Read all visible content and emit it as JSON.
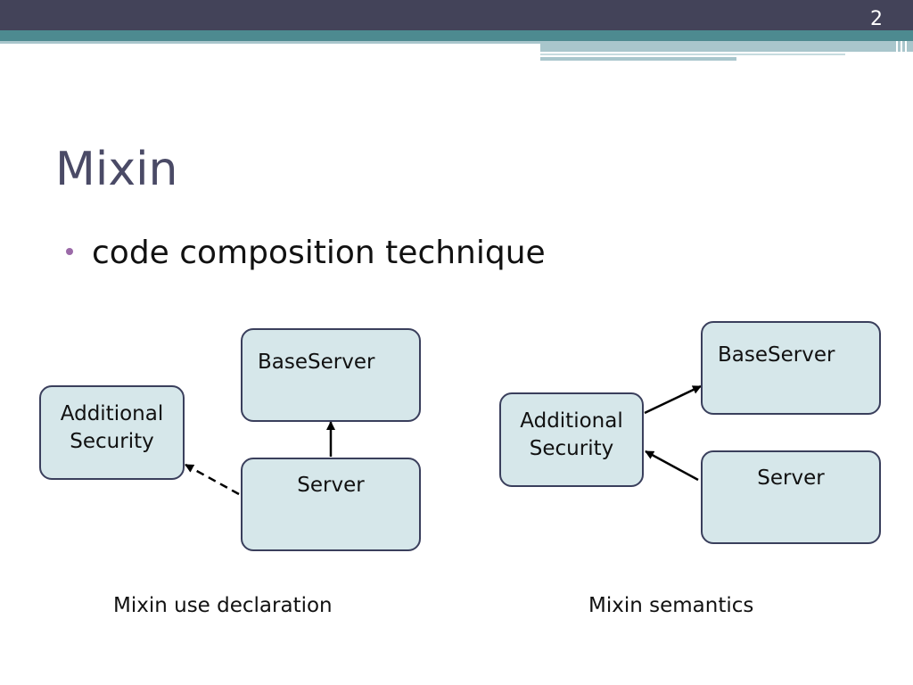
{
  "slide": {
    "page_number": "2",
    "title": "Mixin",
    "bullet": "code composition technique"
  },
  "diagrams": {
    "left": {
      "additional_security": [
        "Additional",
        "Security"
      ],
      "base_server": "BaseServer",
      "server": "Server",
      "caption": "Mixin use declaration"
    },
    "right": {
      "additional_security": [
        "Additional",
        "Security"
      ],
      "base_server": "BaseServer",
      "server": "Server",
      "caption": "Mixin semantics"
    }
  },
  "colors": {
    "header_dark": "#434359",
    "header_teal": "#4d8a90",
    "header_light": "#a9c6cc",
    "title": "#4a4a66",
    "bullet": "#9b6aa8",
    "node_fill": "#d6e7ea",
    "node_border": "#3a3f5c"
  }
}
